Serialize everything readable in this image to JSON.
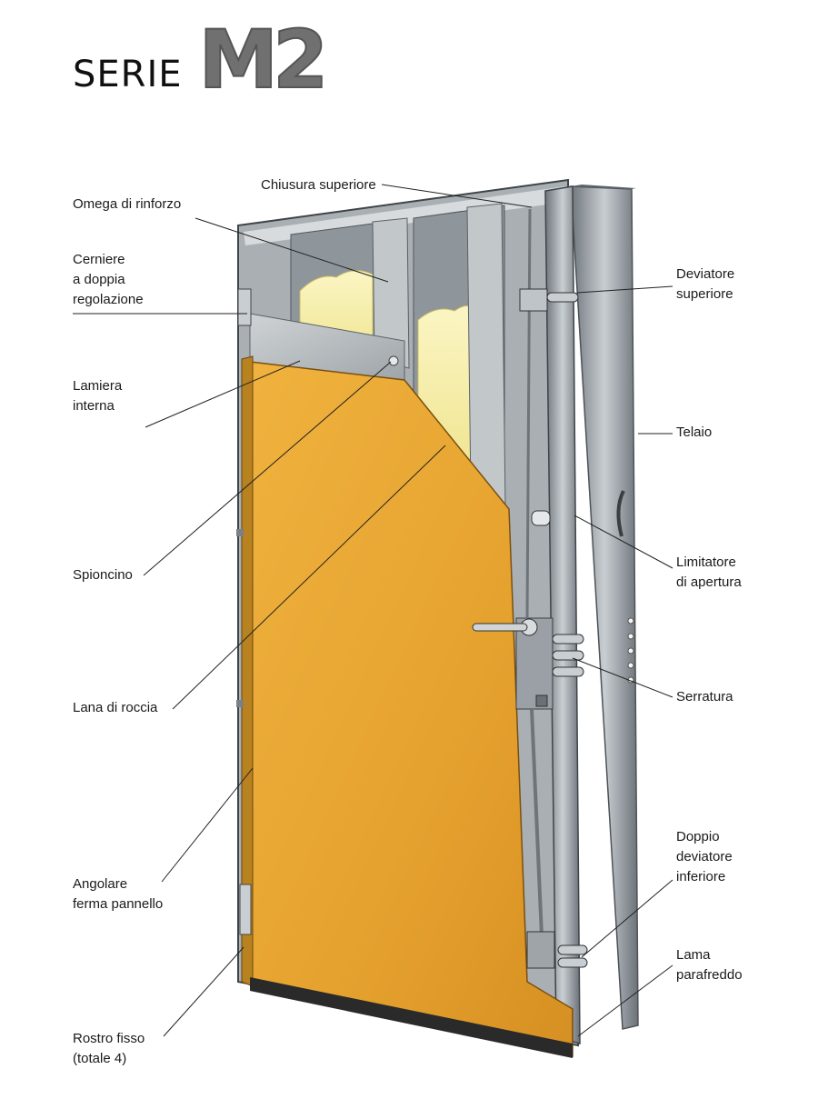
{
  "title": {
    "prefix": "SERIE",
    "model": "M2"
  },
  "labels": {
    "chiusura_superiore": "Chiusura superiore",
    "omega_rinforzo": "Omega di rinforzo",
    "cerniere": "Cerniere\na doppia\nregolazione",
    "lamiera_interna": "Lamiera\ninterna",
    "spioncino": "Spioncino",
    "lana_roccia": "Lana di roccia",
    "angolare": "Angolare\nferma pannello",
    "rostro_fisso": "Rostro fisso\n(totale 4)",
    "deviatore_superiore": "Deviatore\nsuperiore",
    "telaio": "Telaio",
    "limitatore": "Limitatore\ndi apertura",
    "serratura": "Serratura",
    "doppio_deviatore": "Doppio\ndeviatore\ninferiore",
    "lama_parafreddo": "Lama\nparafreddo"
  },
  "colors": {
    "panel_orange": "#e8a532",
    "frame_grey": "#8c949a",
    "insulation_yellow": "#f3eba0",
    "inner_sheet": "#b7bcc0"
  }
}
